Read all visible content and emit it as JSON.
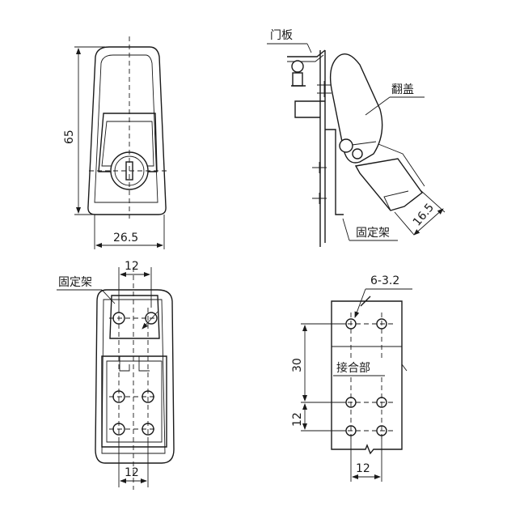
{
  "front_view": {
    "dim_height": "65",
    "dim_width": "26.5"
  },
  "side_view": {
    "label_door_panel": "门板",
    "label_flip_cover": "翻盖",
    "label_fixing_frame": "固定架",
    "dim_offset": "16.5"
  },
  "back_view": {
    "label_fixing_frame": "固定架",
    "dim_top_spacing": "12",
    "dim_bottom_spacing": "12"
  },
  "cutout_view": {
    "label_holes": "6-3.2",
    "label_joint": "接合部",
    "dim_vertical_30": "30",
    "dim_vertical_12": "12",
    "dim_horizontal_12": "12"
  }
}
